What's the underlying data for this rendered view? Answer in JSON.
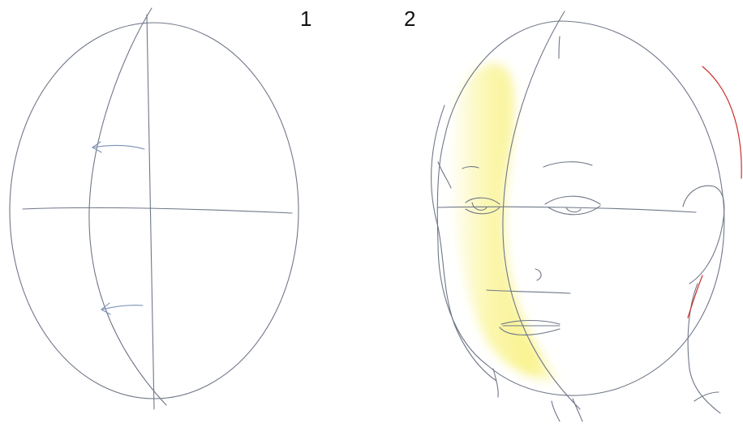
{
  "labels": {
    "step_one": "1",
    "step_two": "2"
  },
  "colors": {
    "line": "#6f7787",
    "arrow": "#7b8fb5",
    "highlight": "#f7ef6a",
    "ear_accent": "#c8322c"
  },
  "figures": [
    {
      "id": "oval-with-centerline",
      "step": "1"
    },
    {
      "id": "face-with-features",
      "step": "2"
    }
  ]
}
